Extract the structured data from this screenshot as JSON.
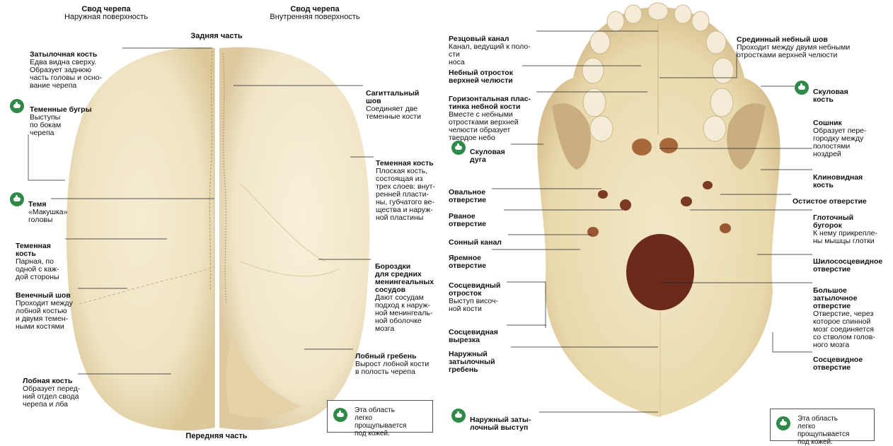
{
  "vault": {
    "outer": {
      "title": "Свод черепа",
      "subtitle": "Наружная поверхность"
    },
    "inner": {
      "title": "Свод черепа",
      "subtitle": "Внутренняя поверхность"
    },
    "back_label": "Задняя часть",
    "front_label": "Передняя часть",
    "labels": {
      "occipital": {
        "title": "Затылочная кость",
        "text": "Едва видна сверху.\nОбразует заднюю\nчасть головы и осно-\nвание черепа"
      },
      "parietal_tubers": {
        "title": "Теменные бугры",
        "text": "Выступы\nпо бокам\nчерепа"
      },
      "vertex": {
        "title": "Темя",
        "text": "«Макушка»\nголовы"
      },
      "parietal_outer": {
        "title": "Теменная\nкость",
        "text": "Парная, по\nодной с каж-\nдой стороны"
      },
      "coronal": {
        "title": "Венечный шов",
        "text": "Проходит между\nлобной костью\nи двумя темен-\nными костями"
      },
      "frontal": {
        "title": "Лобная кость",
        "text": "Образует перед-\nний отдел свода\nчерепа и лба"
      },
      "sagittal": {
        "title": "Сагиттальный\nшов",
        "text": "Соединяет две\nтеменные кости"
      },
      "parietal_inner": {
        "title": "Теменная кость",
        "text": "Плоская кость,\nсостоящая из\nтрех слоев: внут-\nренней пласти-\nны, губчатого ве-\nщества и наруж-\nной пластины"
      },
      "grooves": {
        "title": "Бороздки\nдля средних\nменингеальных\nсосудов",
        "text": "Дают сосудам\nподход к наруж-\nной менингеаль-\nной оболочке\nмозга"
      },
      "frontal_crest": {
        "title": "Лобный гребень",
        "text": "Вырост лобной кости\nв полость черепа"
      }
    },
    "note": "Эта область легко\nпрощупывается\nпод кожей."
  },
  "base": {
    "labels": {
      "incisive_canal": {
        "title": "Резцовый канал",
        "text": "Канал, ведущий к поло-\nсти\nноса"
      },
      "palatine_process": {
        "title": "Небный отросток\nверхней челюсти",
        "text": ""
      },
      "horizontal_plate": {
        "title": "Горизонтальная плас-\nтинка небной кости",
        "text": "Вместе с небными\nотростками верхней\nчелюсти образует\nтвердое небо"
      },
      "zygomatic_arch": {
        "title": "Скуловая\nдуга",
        "text": ""
      },
      "foramen_ovale": {
        "title": "Овальное\nотверстие",
        "text": ""
      },
      "foramen_lacerum": {
        "title": "Рваное\nотверстие",
        "text": ""
      },
      "carotid_canal": {
        "title": "Сонный канал",
        "text": ""
      },
      "jugular_foramen": {
        "title": "Яремное\nотверстие",
        "text": ""
      },
      "mastoid_process": {
        "title": "Сосцевидный\nотросток",
        "text": "Выступ височ-\nной кости"
      },
      "mastoid_notch": {
        "title": "Сосцевидная\nвырезка",
        "text": ""
      },
      "external_crest": {
        "title": "Наружный\nзатылочный\nгребень",
        "text": ""
      },
      "external_protuberance": {
        "title": "Наружный заты-\nлочный выступ",
        "text": ""
      },
      "median_palatine": {
        "title": "Срединный небный шов",
        "text": "Проходит между двумя небными\nотростками верхней челюсти"
      },
      "zygomatic_bone": {
        "title": "Скуловая\nкость",
        "text": ""
      },
      "vomer": {
        "title": "Сошник",
        "text": "Образует пере-\nгородку между\nполостями\nноздрей"
      },
      "sphenoid": {
        "title": "Клиновидная\nкость",
        "text": ""
      },
      "foramen_spinosum": {
        "title": "Остистое отверстие",
        "text": ""
      },
      "pharyngeal_tubercle": {
        "title": "Глоточный\nбугорок",
        "text": "К нему прикрепле-\nны мышцы глотки"
      },
      "stylomastoid": {
        "title": "Шилососцевидное\nотверстие",
        "text": ""
      },
      "foramen_magnum": {
        "title": "Большое\nзатылочное\nотверстие",
        "text": "Отверстие, через\nкоторое спинной\nмозг соединяется\nсо стволом голов-\nного мозга"
      },
      "mastoid_foramen": {
        "title": "Сосцевидное\nотверстие",
        "text": ""
      }
    },
    "note": "Эта область легко\nпрощупывается\nпод кожей."
  },
  "colors": {
    "bone": "#efe3c2",
    "bone_shadow": "#d9c79c",
    "bone_dark": "#c2a878",
    "foramen": "#6b2a1c",
    "icon": "#2f8a4a"
  }
}
